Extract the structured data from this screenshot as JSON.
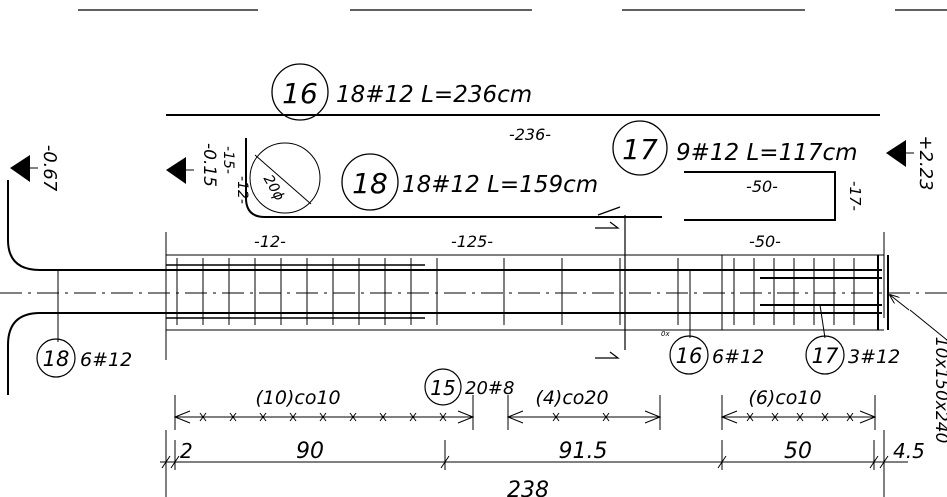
{
  "callouts": {
    "c16_num": "16",
    "c16_text": "18#12 L=236cm",
    "c17_num": "17",
    "c17_text": "9#12 L=117cm",
    "c18_num": "18",
    "c18_text": "18#12 L=159cm",
    "c18b_num": "18",
    "c18b_text": "6#12",
    "c15_num": "15",
    "c15_text": "20#8",
    "c16b_num": "16",
    "c16b_text": "6#12",
    "c17b_num": "17",
    "c17b_text": "3#12"
  },
  "bar_dims": {
    "d236": "-236-",
    "d125": "-125-",
    "d12": "-12-",
    "d50a": "-50-",
    "d50b": "-50-",
    "d17": "-17-",
    "hook_dia": "20ϕ"
  },
  "levels": {
    "left": "-0.67",
    "mid1": "-0.15",
    "mid2": "-15-",
    "mid3": "-12-",
    "right": "+2.23"
  },
  "stirrups": {
    "s1": "(10)co10",
    "s2": "(4)co20",
    "s3": "(6)co10"
  },
  "dims": {
    "d2": "2",
    "d90": "90",
    "d915": "91.5",
    "d50": "50",
    "d45": "4.5",
    "d238": "238"
  },
  "section_label": "10x150x240",
  "tiny_mark": "0x"
}
